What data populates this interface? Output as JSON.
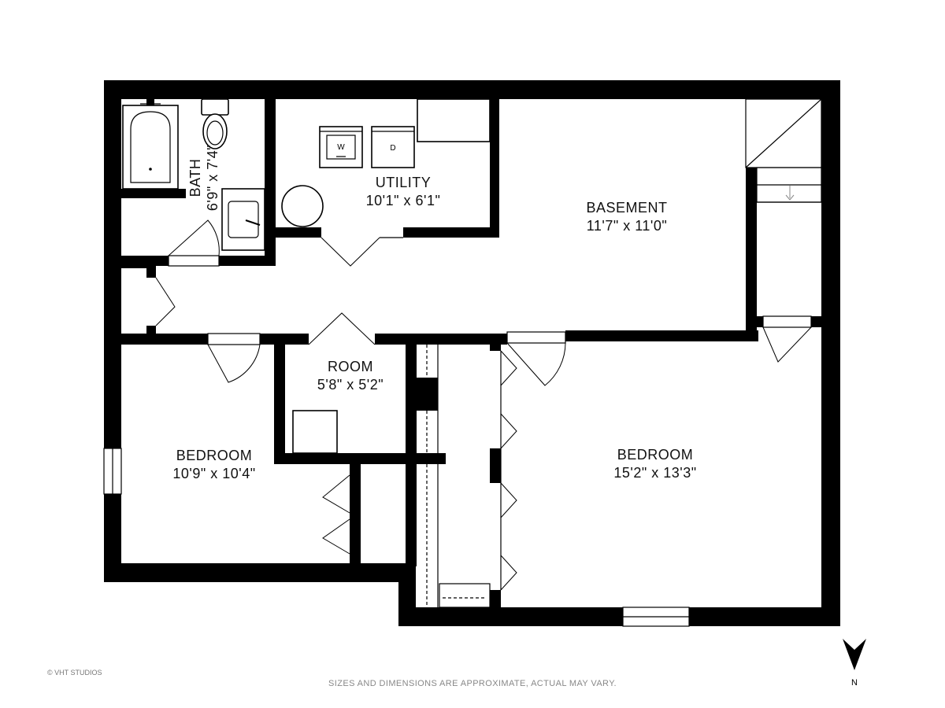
{
  "rooms": {
    "bath": {
      "name": "BATH",
      "dim": "6'9\" x 7'4\""
    },
    "utility": {
      "name": "UTILITY",
      "dim": "10'1\" x 6'1\""
    },
    "basement": {
      "name": "BASEMENT",
      "dim": "11'7\" x 11'0\""
    },
    "room": {
      "name": "ROOM",
      "dim": "5'8\" x 5'2\""
    },
    "bedroom_left": {
      "name": "BEDROOM",
      "dim": "10'9\" x 10'4\""
    },
    "bedroom_right": {
      "name": "BEDROOM",
      "dim": "15'2\" x 13'3\""
    }
  },
  "appliances": {
    "washer": "W",
    "dryer": "D"
  },
  "footer": {
    "watermark": "© VHT STUDIOS",
    "disclaimer": "SIZES AND DIMENSIONS ARE APPROXIMATE, ACTUAL MAY VARY."
  },
  "compass": {
    "label": "N",
    "direction": "north"
  },
  "colors": {
    "walls": "#000000",
    "background": "#ffffff",
    "footer_text": "#888888"
  },
  "icons": [
    "bathtub-icon",
    "toilet-icon",
    "sink-icon",
    "washer-icon",
    "dryer-icon",
    "water-heater-icon",
    "staircase-icon",
    "compass-arrow-icon"
  ]
}
